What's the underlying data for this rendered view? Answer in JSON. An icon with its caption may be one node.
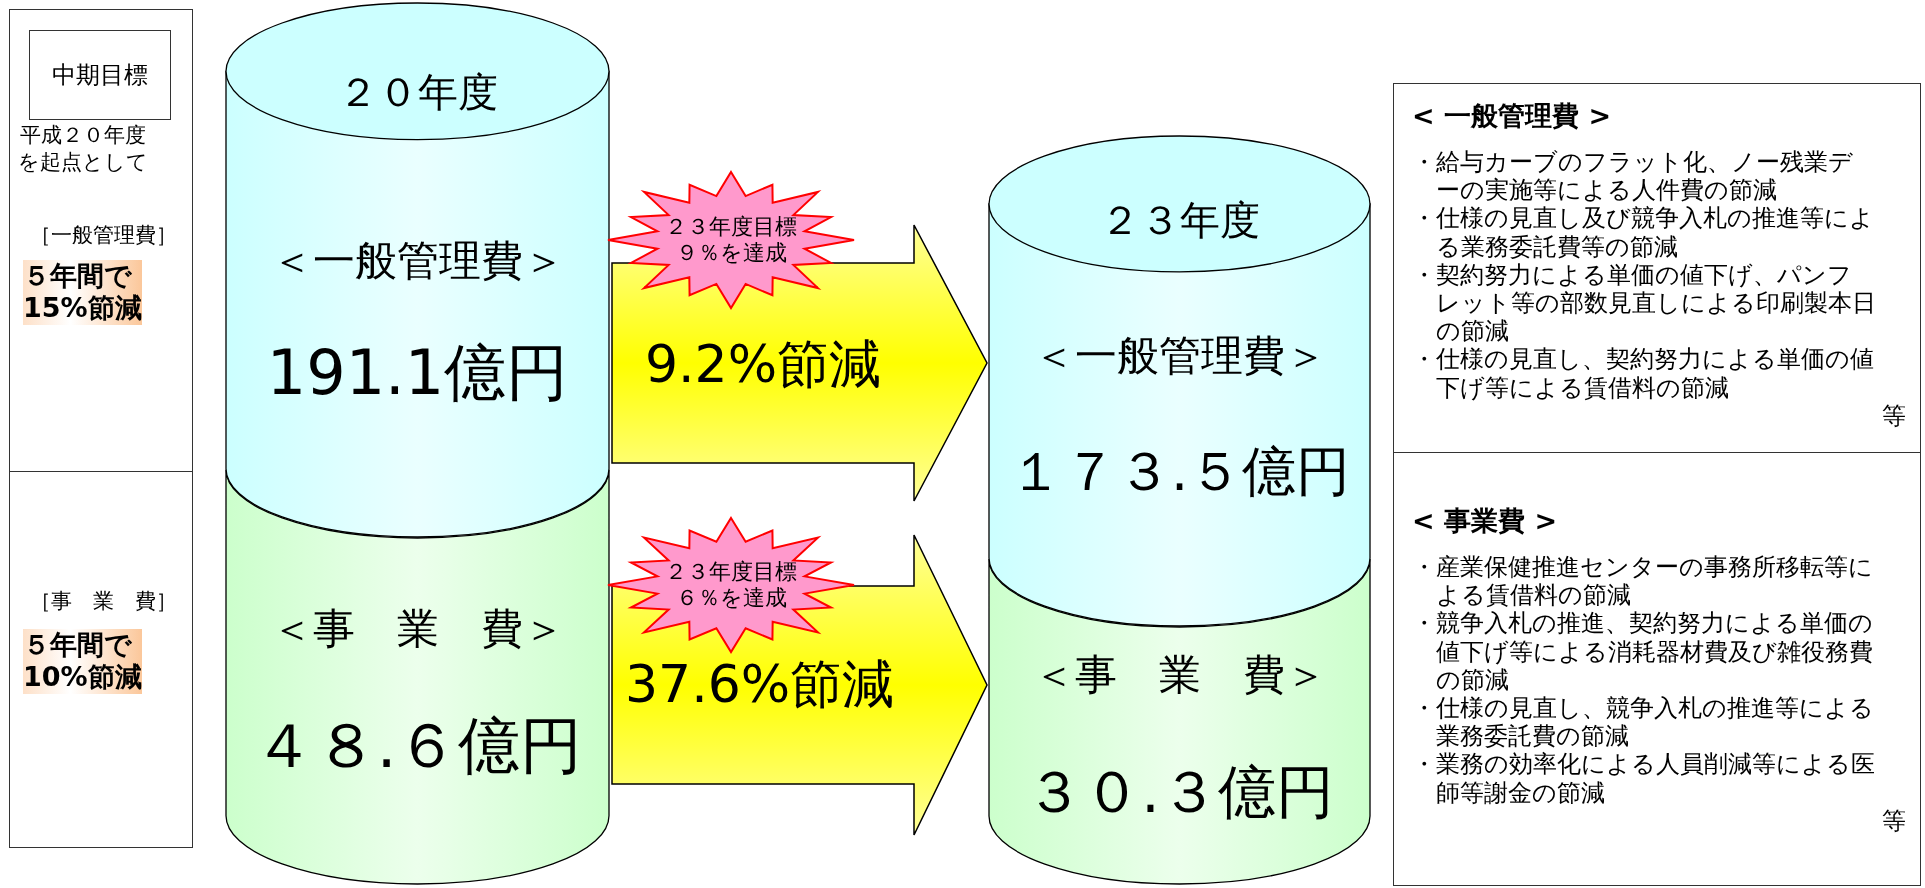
{
  "diagram": {
    "nodes": [
      {
        "text": [
          "平成２０年度を起点として",
          "［一般管理費］",
          "５年間で15%節減"
        ]
      },
      {
        "text": [
          "中期目標"
        ],
        "in": 0
      },
      {
        "text": [
          "［事　業　費］",
          "５年間で10%節減"
        ]
      },
      {
        "text": [
          "２０年度",
          "＜一般管理費＞",
          "191.1億円"
        ]
      },
      {
        "text": [
          "＜事　業　費＞",
          "４８.６億円"
        ]
      },
      {
        "text": [
          "２３年度",
          "＜一般管理費＞",
          "１７３.５億円"
        ]
      },
      {
        "text": [
          "＜事　業　費＞",
          "３０.３億円"
        ]
      },
      {
        "text": [
          "２３年度目標９％を達成"
        ]
      },
      {
        "text": [
          "２３年度目標６％を達成"
        ]
      },
      {
        "text": [
          "< 一般管理費 >",
          "・給与カーブのフラット化、ノー残業デーの実施等による人件費の節減",
          "・仕様の見直し及び競争入札の推進等による業務委託費等の節減",
          "・契約努力による単価の値下げ、パンフレット等の部数見直しによる印刷製本日の節減",
          "・仕様の見直し、契約努力による単価の値下げ等による賃借料の節減",
          "等"
        ]
      },
      {
        "text": [
          "< 事業費 >",
          "・産業保健推進センターの事務所移転等による賃借料の節減",
          "・競争入札の推進、契約努力による単価の値下げ等による消耗器材費及び雑役務費の節減",
          "・仕様の見直し、競争入札の推進等による業務委託費の節減",
          "・業務の効率化による人員削減等による医師等謝金の節減",
          "等"
        ]
      }
    ],
    "edges": [
      {
        "from": 3,
        "to": 5,
        "arrow": "to",
        "label": "9.2%節減",
        "style": "thick"
      },
      {
        "from": 4,
        "to": 6,
        "arrow": "to",
        "label": "37.6%節減",
        "style": "thick"
      }
    ]
  }
}
